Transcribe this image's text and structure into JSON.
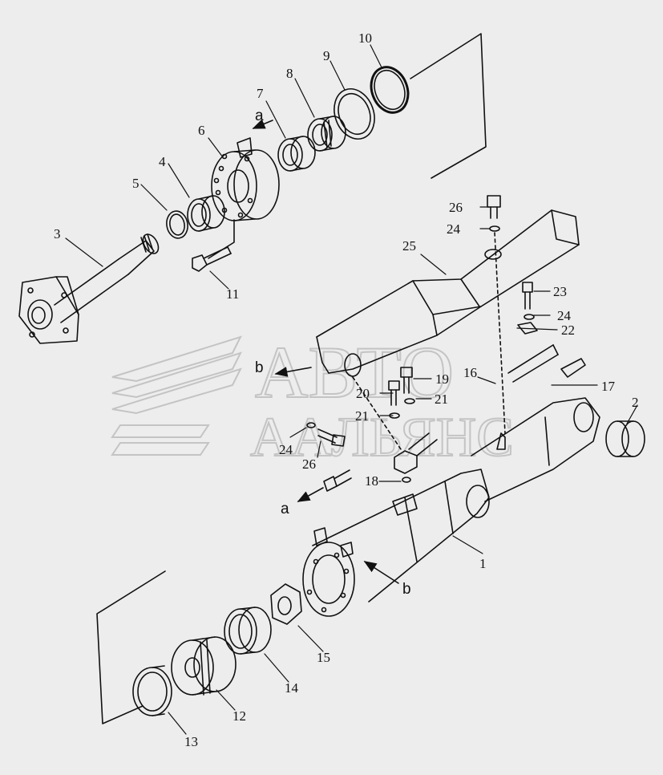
{
  "colors": {
    "background": "#ededed",
    "line": "#111111",
    "watermark": "#c4c4c4"
  },
  "watermark": {
    "line1": "АВТО",
    "line2": "ААЛЬЯНС"
  },
  "parts": [
    {
      "id": "p1",
      "label": "1"
    },
    {
      "id": "p2",
      "label": "2"
    },
    {
      "id": "p3",
      "label": "3"
    },
    {
      "id": "p4",
      "label": "4"
    },
    {
      "id": "p5",
      "label": "5"
    },
    {
      "id": "p6",
      "label": "6"
    },
    {
      "id": "p7",
      "label": "7"
    },
    {
      "id": "p8",
      "label": "8"
    },
    {
      "id": "p9",
      "label": "9"
    },
    {
      "id": "p10",
      "label": "10"
    },
    {
      "id": "p11",
      "label": "11"
    },
    {
      "id": "p12",
      "label": "12"
    },
    {
      "id": "p13",
      "label": "13"
    },
    {
      "id": "p14",
      "label": "14"
    },
    {
      "id": "p15",
      "label": "15"
    },
    {
      "id": "p16",
      "label": "16"
    },
    {
      "id": "p17",
      "label": "17"
    },
    {
      "id": "p18",
      "label": "18"
    },
    {
      "id": "p19",
      "label": "19"
    },
    {
      "id": "p20",
      "label": "20"
    },
    {
      "id": "p21a",
      "label": "21"
    },
    {
      "id": "p21b",
      "label": "21"
    },
    {
      "id": "p22",
      "label": "22"
    },
    {
      "id": "p23",
      "label": "23"
    },
    {
      "id": "p24a",
      "label": "24"
    },
    {
      "id": "p24b",
      "label": "24"
    },
    {
      "id": "p24c",
      "label": "24"
    },
    {
      "id": "p25",
      "label": "25"
    },
    {
      "id": "p26a",
      "label": "26"
    },
    {
      "id": "p26b",
      "label": "26"
    }
  ],
  "markers": {
    "a_top": "a",
    "a_left": "a",
    "b_left": "b",
    "b_right": "b"
  }
}
